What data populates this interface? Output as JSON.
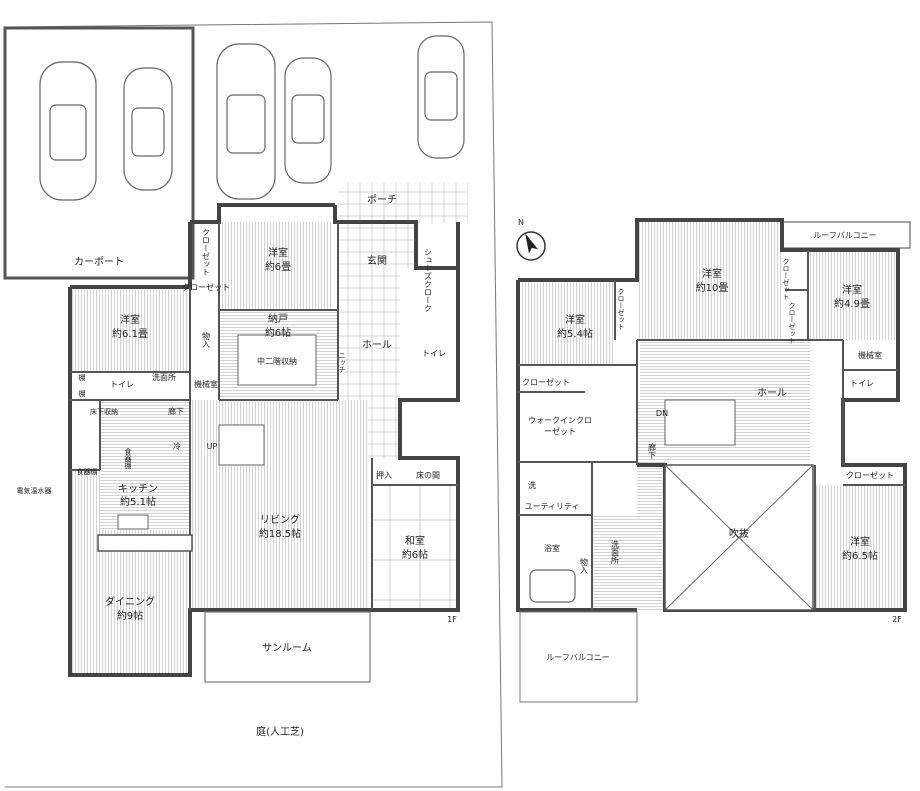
{
  "floor1": {
    "level": "1F",
    "carport": "カーポート",
    "porch": "ポーチ",
    "garden": "庭(人工芝)",
    "sunroom": "サンルーム",
    "rooms": {
      "west_room": [
        "洋室",
        "約6.1畳"
      ],
      "north_room": [
        "洋室",
        "約6畳"
      ],
      "closet_a": "クローゼット",
      "closet_b": "クローゼット",
      "storage_nando": [
        "納戸",
        "約6帖"
      ],
      "mezzanine": "中二階収納",
      "monoire": "物入",
      "entrance": "玄関",
      "shoe_cloak": "シューズクローク",
      "hall": "ホール",
      "toilet_east": "トイレ",
      "niche": "ニッチ",
      "toilet_west": "トイレ",
      "washroom": "洗面所",
      "machine_room": "機械室",
      "corridor": "廊下",
      "underfloor": "床下収納",
      "pantry": "食器棚",
      "fridge": "冷",
      "kitchen": [
        "キッチン",
        "約5.1帖"
      ],
      "shelf1": "棚",
      "shelf2": "棚",
      "dish_shelf": "食器棚",
      "water_heater": "電気温水器",
      "living": [
        "リビング",
        "約18.5帖"
      ],
      "up": "UP",
      "oshiire": "押入",
      "tokonoma": "床の間",
      "washitsu": [
        "和室",
        "約6帖"
      ],
      "dining": [
        "ダイニング",
        "約9帖"
      ]
    }
  },
  "floor2": {
    "level": "2F",
    "compass": "N",
    "roof_balcony_top": "ルーフバルコニー",
    "roof_balcony_bottom": "ルーフバルコニー",
    "rooms": {
      "room_10": [
        "洋室",
        "約10畳"
      ],
      "room_49": [
        "洋室",
        "約4.9畳"
      ],
      "room_54": [
        "洋室",
        "約5.4帖"
      ],
      "room_65": [
        "洋室",
        "約6.5帖"
      ],
      "closet_1": "クローゼット",
      "closet_2": "クローゼット",
      "closet_3": "クローゼット",
      "closet_4": "クローゼット",
      "closet_5": "クローゼット",
      "machine_room": "機械室",
      "toilet": "トイレ",
      "hall": "ホール",
      "dn": "DN",
      "corridor": "廊下",
      "walkin": "ウォークインクローゼット",
      "wash": "洗",
      "utility": "ユーティリティ",
      "bath": "浴室",
      "monoire": "物入",
      "washroom": "洗面所",
      "void": "吹抜"
    }
  }
}
